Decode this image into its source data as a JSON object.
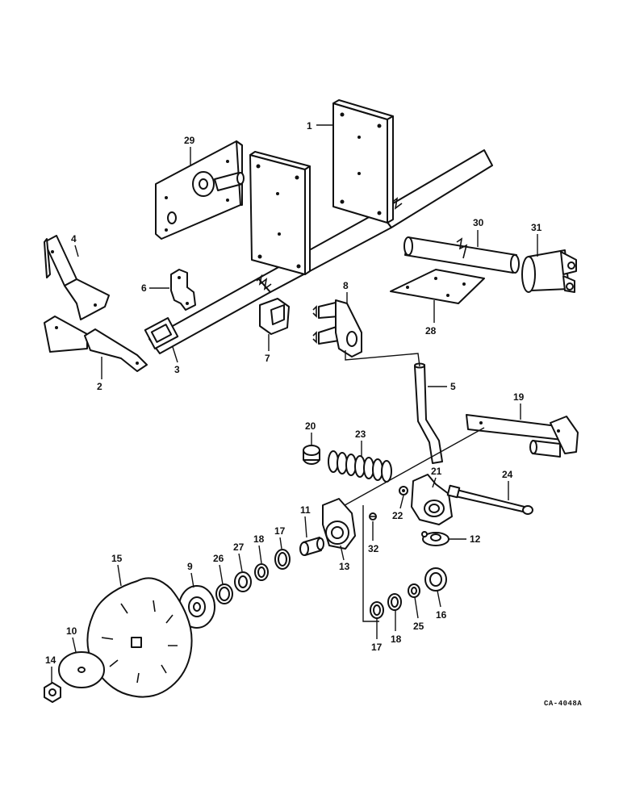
{
  "figure_code": "CA-4048A",
  "callouts": {
    "c1": "1",
    "c2": "2",
    "c3": "3",
    "c4": "4",
    "c5": "5",
    "c6": "6",
    "c7": "7",
    "c8": "8",
    "c9": "9",
    "c10": "10",
    "c11": "11",
    "c12": "12",
    "c13": "13",
    "c14": "14",
    "c15": "15",
    "c16": "16",
    "c17a": "17",
    "c17b": "17",
    "c18a": "18",
    "c18b": "18",
    "c19": "19",
    "c20": "20",
    "c21": "21",
    "c22": "22",
    "c23": "23",
    "c24": "24",
    "c25": "25",
    "c26": "26",
    "c27": "27",
    "c28": "28",
    "c29": "29",
    "c30": "30",
    "c31": "31",
    "c32": "32"
  }
}
